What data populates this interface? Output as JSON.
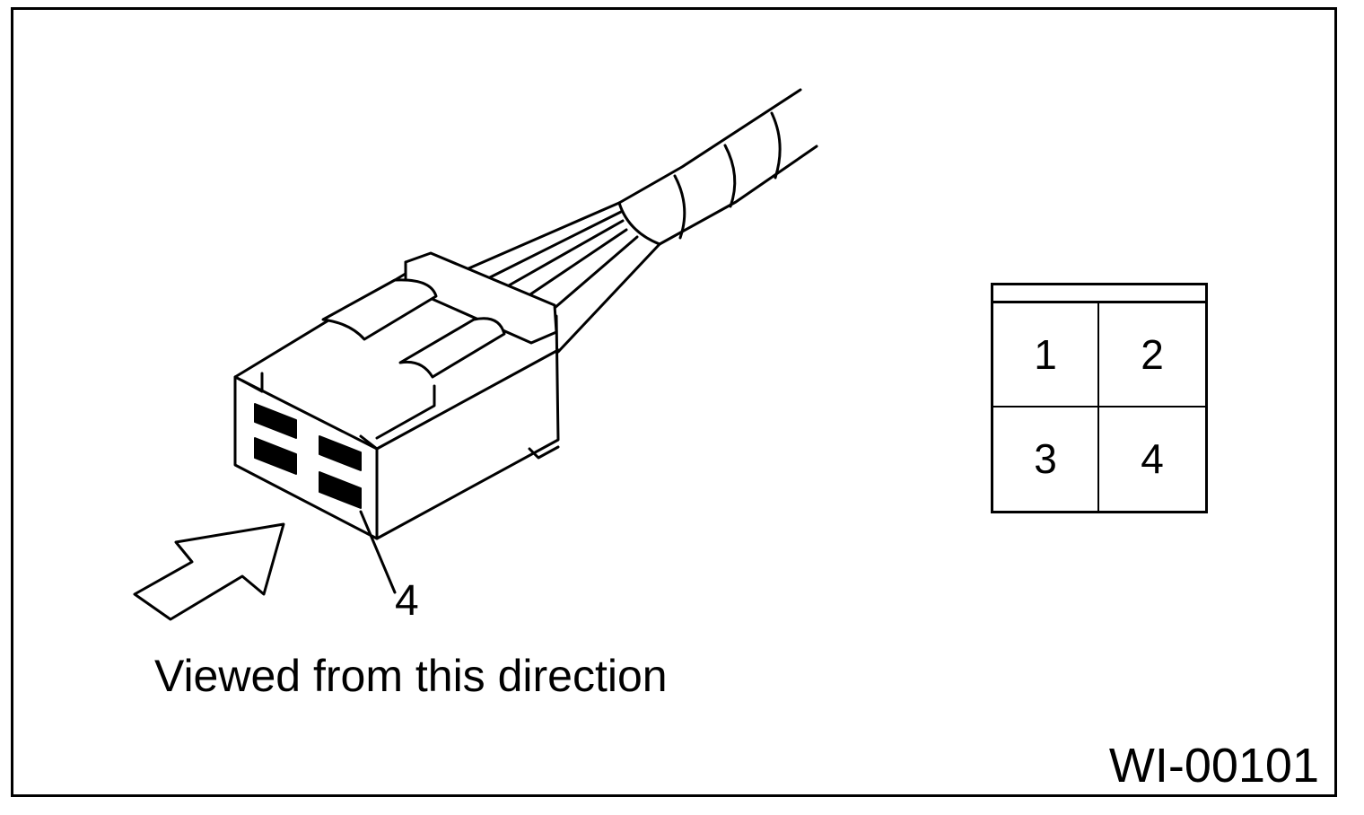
{
  "figure": {
    "caption": "Viewed from this direction",
    "figure_id": "WI-00101",
    "callout_label": "4"
  },
  "pin_layout": {
    "pins": [
      "1",
      "2",
      "3",
      "4"
    ]
  },
  "colors": {
    "line": "#000000",
    "background": "#ffffff"
  }
}
